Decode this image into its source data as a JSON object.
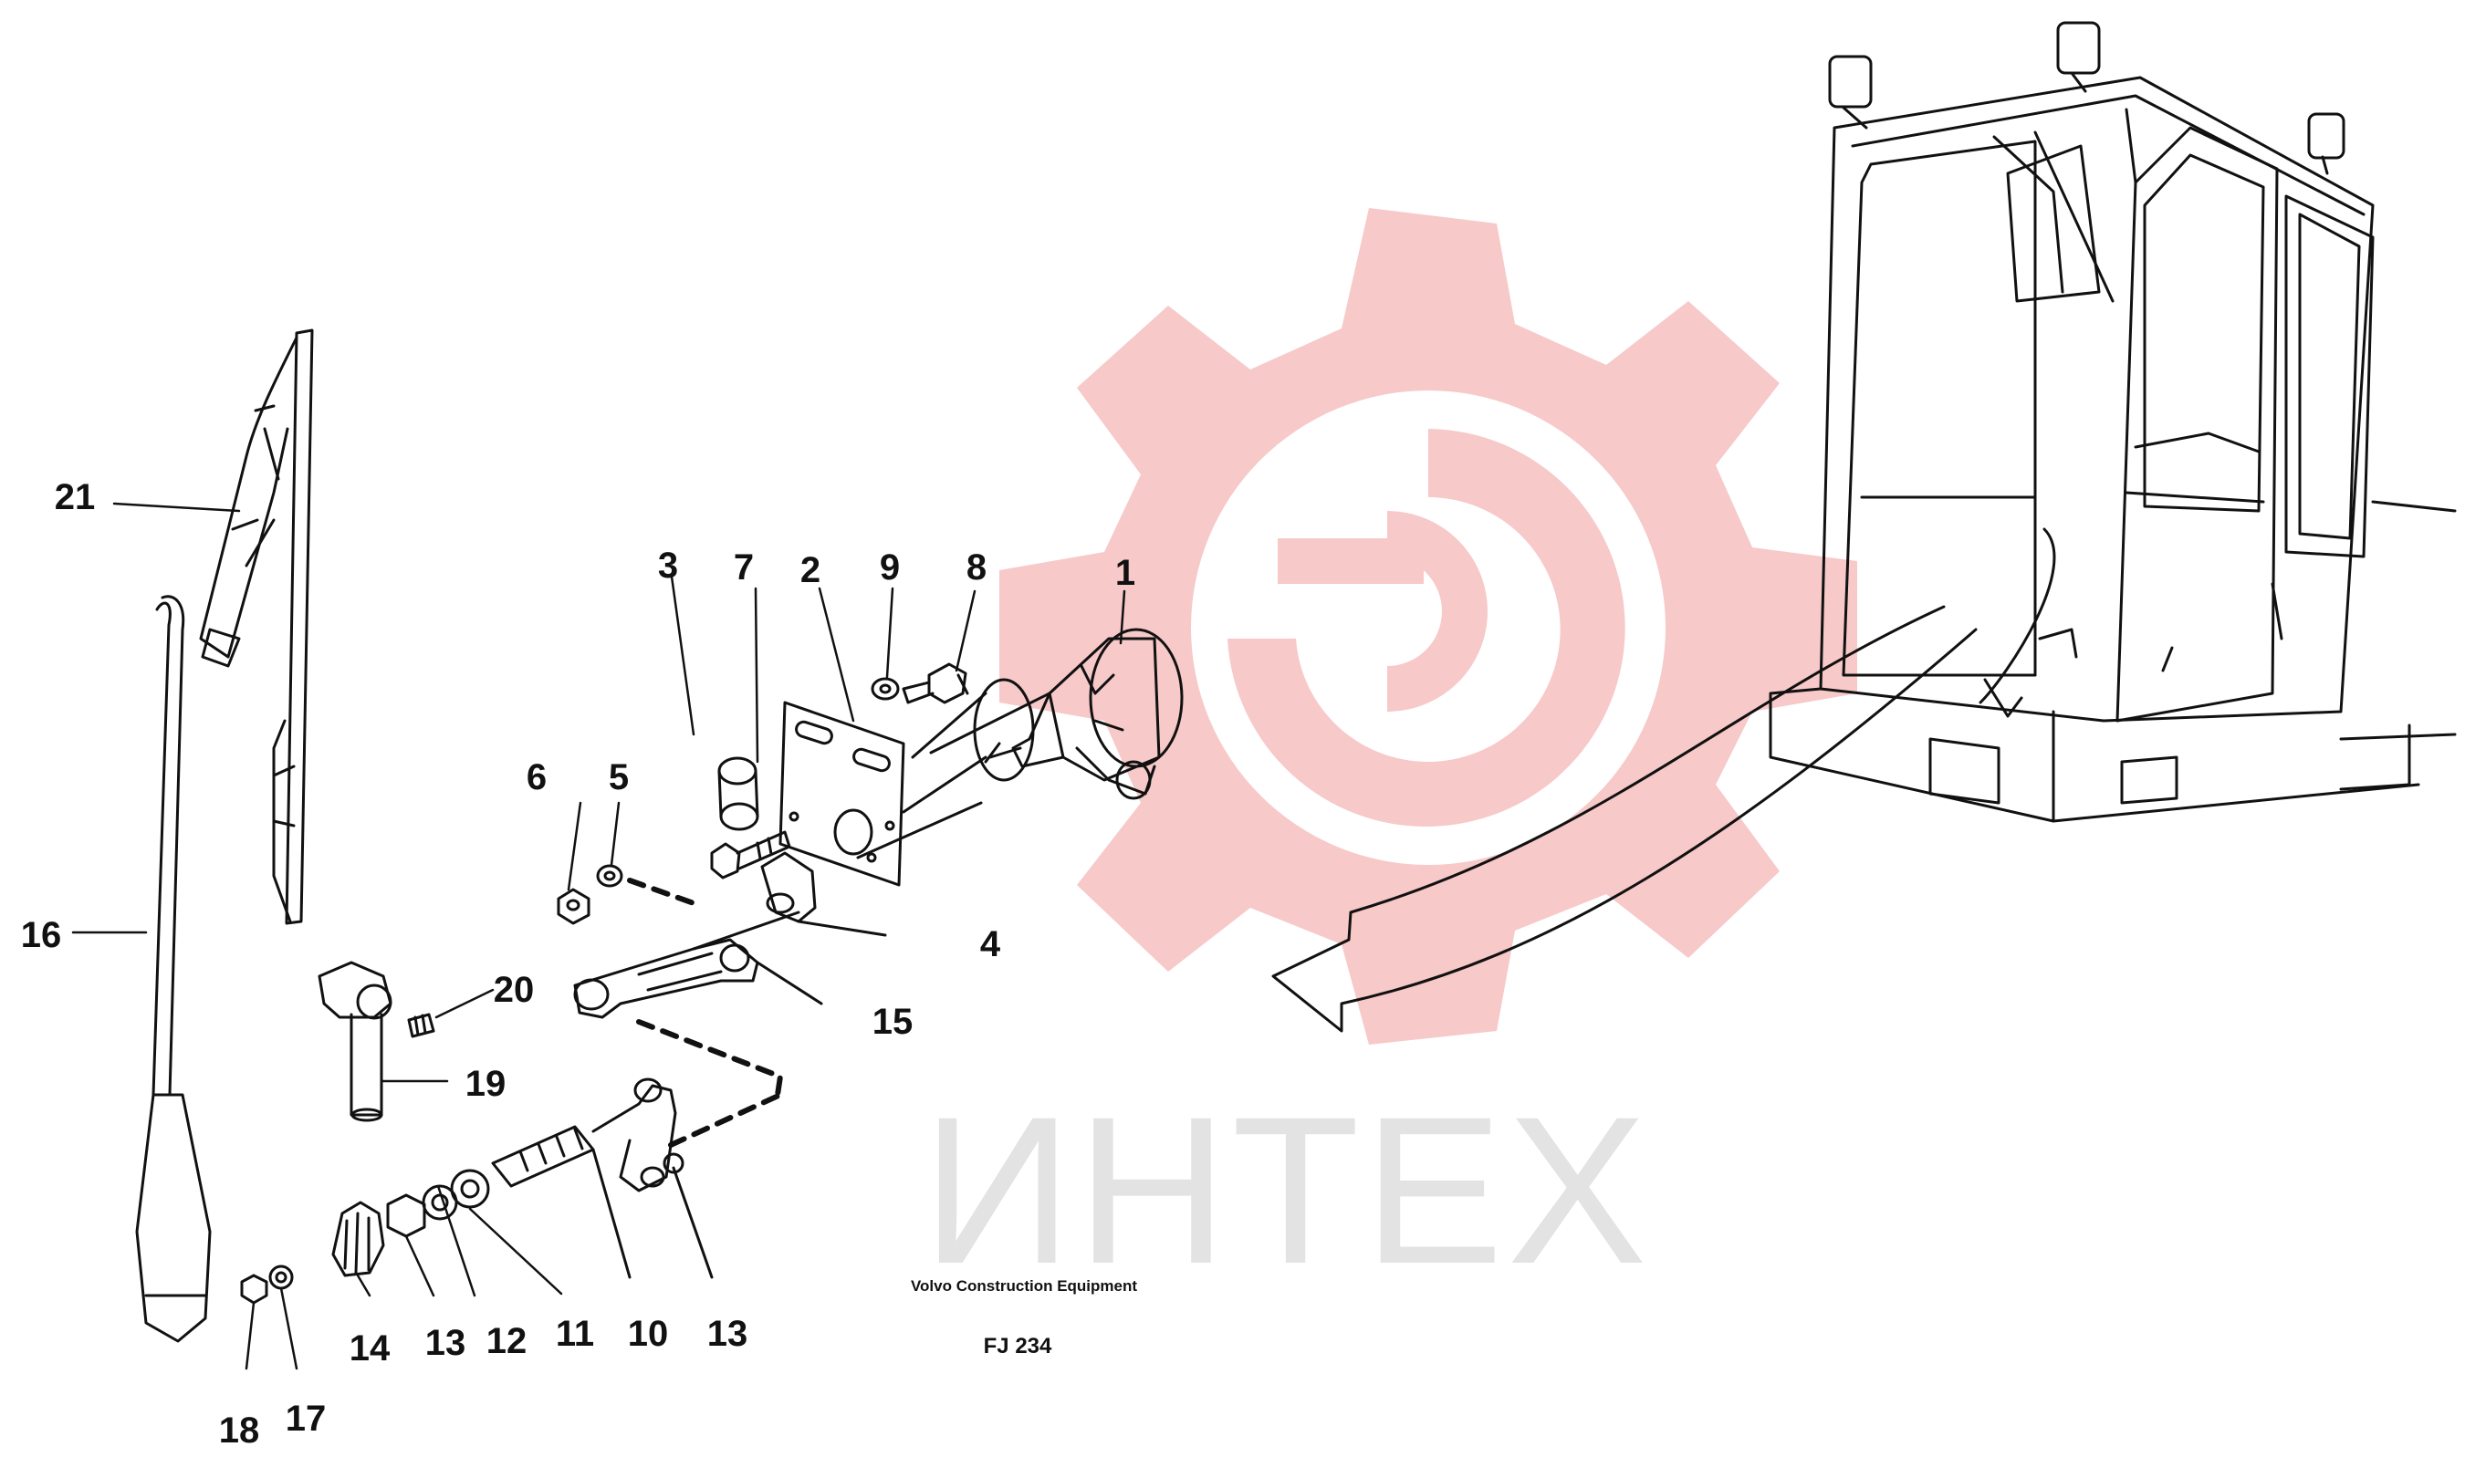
{
  "watermark": {
    "text": "ИНТЕХ",
    "logo": "gear-wrench-logo",
    "logo_color": "#f7c9c9",
    "text_color": "#e3e3e3"
  },
  "caption": {
    "manufacturer": "Volvo Construction Equipment",
    "figure_code": "FJ 234"
  },
  "part_labels": [
    "1",
    "2",
    "3",
    "4",
    "5",
    "6",
    "7",
    "8",
    "9",
    "10",
    "11",
    "12",
    "13",
    "13",
    "14",
    "15",
    "16",
    "17",
    "18",
    "19",
    "20",
    "21"
  ],
  "colors": {
    "line": "#111111",
    "background": "#ffffff"
  }
}
